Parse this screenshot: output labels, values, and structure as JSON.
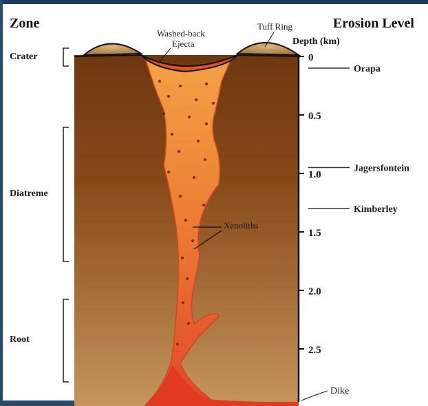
{
  "headers": {
    "zone": "Zone",
    "erosion": "Erosion Level",
    "depth": "Depth (km)"
  },
  "zones": [
    {
      "key": "crater",
      "label": "Crater"
    },
    {
      "key": "diatreme",
      "label": "Diatreme"
    },
    {
      "key": "root",
      "label": "Root"
    }
  ],
  "depth_ticks": [
    "0",
    "0.5",
    "1.0",
    "1.5",
    "2.0",
    "2.5"
  ],
  "erosion_levels": [
    {
      "label": "Orapa",
      "depth_km": 0.1
    },
    {
      "label": "Jagersfontein",
      "depth_km": 0.95
    },
    {
      "label": "Kimberley",
      "depth_km": 1.3
    }
  ],
  "annotations": {
    "washed_back": [
      "Washed-back",
      "Ejecta"
    ],
    "tuff_ring": "Tuff Ring",
    "xenoliths": "Xenoliths",
    "dike": "Dike"
  },
  "colors": {
    "rock_top": "#7a3f15",
    "rock_mid": "#9a5a28",
    "rock_bottom": "#c08a55",
    "pipe_outer": "#e8642a",
    "pipe_inner": "#f5a04a",
    "frame": "#1f3a5a"
  }
}
